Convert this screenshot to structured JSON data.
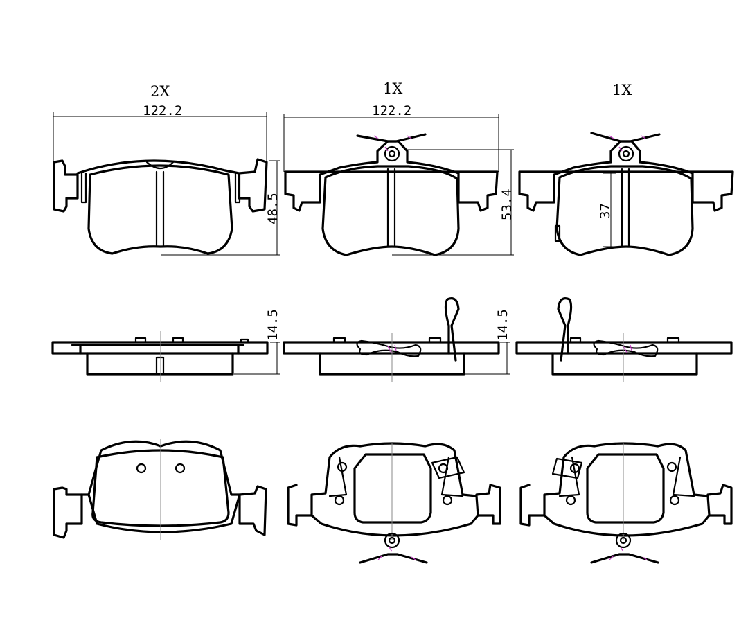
{
  "qty_labels": {
    "left": "2X",
    "middle": "1X",
    "right": "1X"
  },
  "dimensions": {
    "width_left": "122.2",
    "width_middle": "122.2",
    "height_left": "48.5",
    "height_middle": "53.4",
    "height_right_inner": "37",
    "thickness_left": "14.5",
    "thickness_middle": "14.5"
  },
  "colors": {
    "line": "#000000",
    "accent": "#c13fc1"
  }
}
